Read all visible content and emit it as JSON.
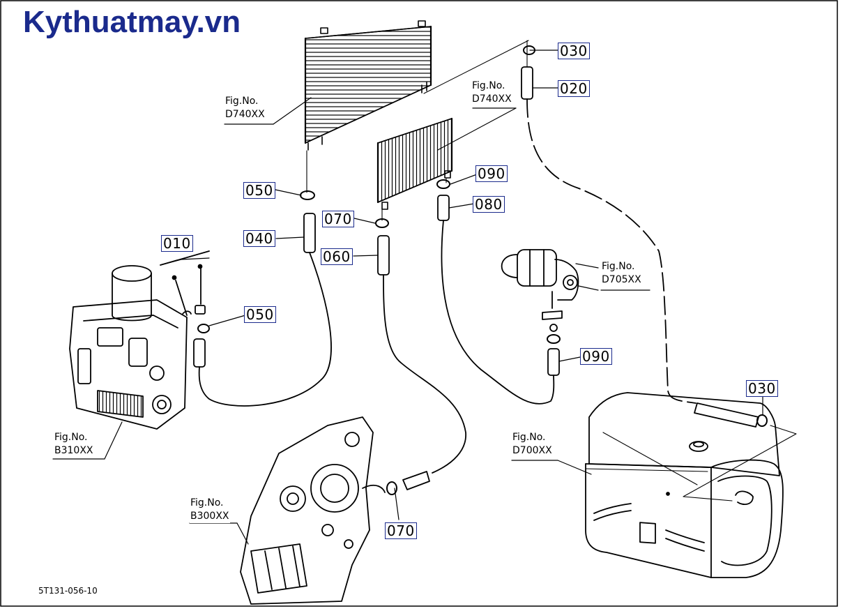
{
  "logo": "Kythuatmay.vn",
  "diagram_code": "5T131-056-10",
  "part_labels": [
    "030",
    "020",
    "090",
    "080",
    "050",
    "070",
    "040",
    "060",
    "010",
    "050",
    "090",
    "030",
    "070"
  ],
  "figure_refs": [
    {
      "label": "Fig.No.",
      "code": "D740XX"
    },
    {
      "label": "Fig.No.",
      "code": "D740XX"
    },
    {
      "label": "Fig.No.",
      "code": "D705XX"
    },
    {
      "label": "Fig.No.",
      "code": "B310XX"
    },
    {
      "label": "Fig.No.",
      "code": "D700XX"
    },
    {
      "label": "Fig.No.",
      "code": "B300XX"
    }
  ]
}
